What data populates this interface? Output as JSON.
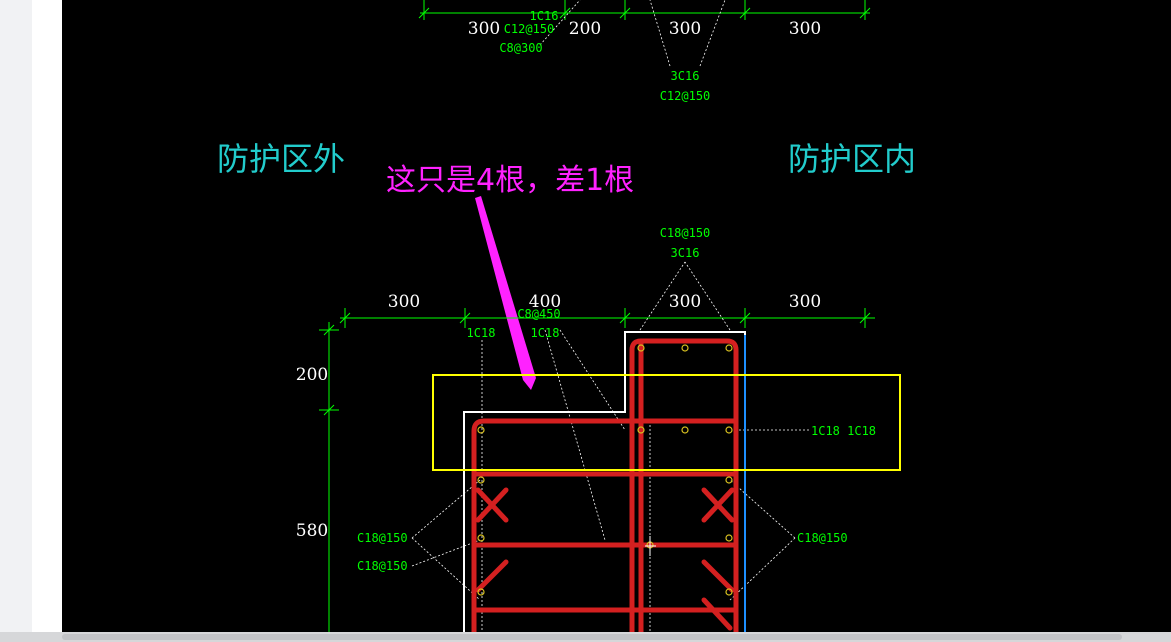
{
  "colors": {
    "background": "#000000",
    "dimension": "#00ff00",
    "rebar": "#d42020",
    "outline": "#ffffff",
    "highlight_box": "#ffff00",
    "annotation": "#ff22ff",
    "zone_label": "#22cccc",
    "edge_line": "#1e90ff"
  },
  "top_section": {
    "dims": [
      "300",
      "200",
      "300",
      "300"
    ],
    "labels": {
      "c16_top": "1C16",
      "c12_150": "C12@150",
      "c8_300": "C8@300",
      "c16_3": "3C16",
      "c12_150b": "C12@150"
    }
  },
  "zones": {
    "outside": "防护区外",
    "inside": "防护区内"
  },
  "annotation": {
    "text": "这只是4根，差1根"
  },
  "bottom_section": {
    "top_labels": {
      "c18_150_top": "C18@150",
      "c16_3": "3C16"
    },
    "dims": [
      "300",
      "400",
      "300",
      "300"
    ],
    "rebar_labels": {
      "c18_left": "1C18",
      "c8_450": "C8@450",
      "c18_mid": "1C18",
      "c18_right": "1C18 1C18"
    },
    "vert_dims": [
      "200",
      "580"
    ],
    "side_labels": {
      "left_1": "C18@150",
      "left_2": "C18@150",
      "right_1": "C18@150"
    }
  }
}
